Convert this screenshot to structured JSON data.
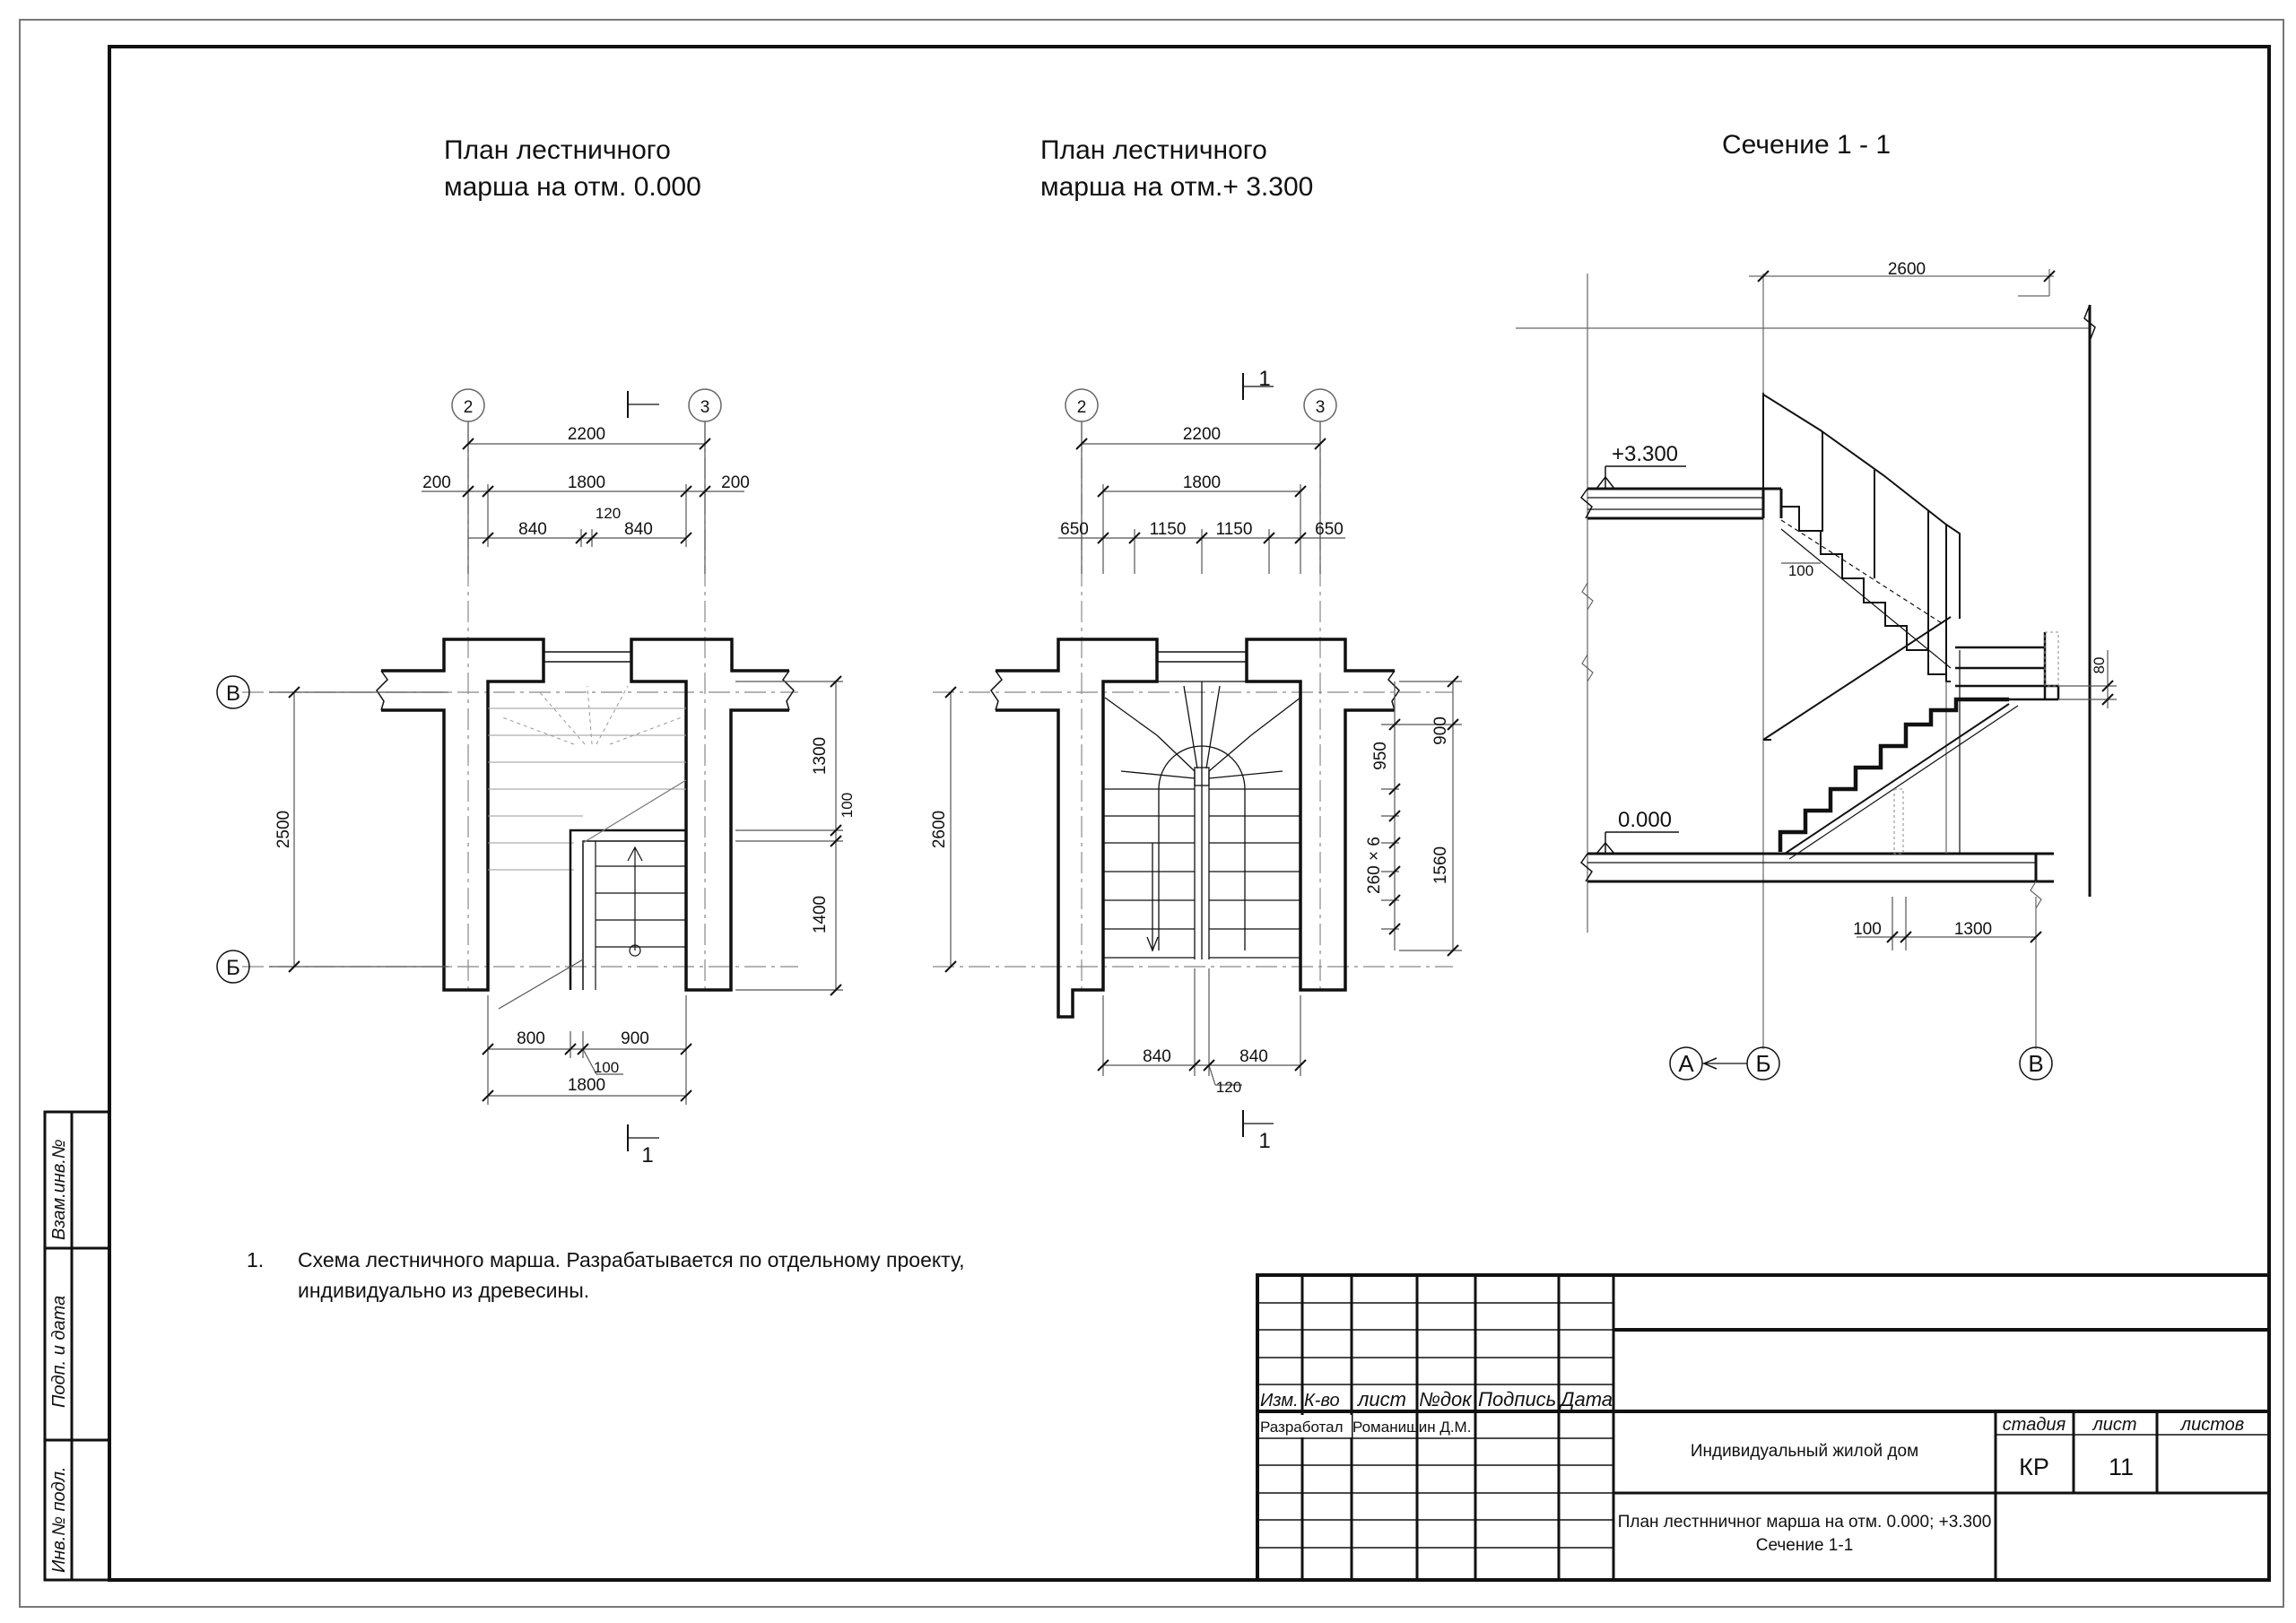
{
  "titles": {
    "plan1_line1": "План лестничного",
    "plan1_line2": "марша на отм. 0.000",
    "plan2_line1": "План лестничного",
    "plan2_line2": "марша на отм.+ 3.300",
    "section": "Сечение 1 - 1"
  },
  "note": {
    "number": "1.",
    "line1": "Схема лестничного марша. Разрабатывается по отдельному проекту,",
    "line2": "индивидуально из древесины."
  },
  "plan1": {
    "axis_left": "2",
    "axis_right": "3",
    "axis_top": "В",
    "axis_bottom": "Б",
    "dim_total": "2200",
    "dim_left_wall": "200",
    "dim_middle": "1800",
    "dim_right_wall": "200",
    "dim_left_half": "840",
    "dim_gap": "120",
    "dim_right_half": "840",
    "dim_vertical": "2500",
    "dim_upper": "1300",
    "dim_slab": "100",
    "dim_lower": "1400",
    "dim_bottom_left": "800",
    "dim_bottom_right": "900",
    "dim_bottom_gap": "100",
    "dim_bottom_total": "1800",
    "section_mark": "1"
  },
  "plan2": {
    "axis_left": "2",
    "axis_right": "3",
    "dim_total": "2200",
    "dim_middle": "1800",
    "dim_left": "650",
    "dim_flight_left": "1150",
    "dim_flight_right": "1150",
    "dim_right": "650",
    "dim_vertical": "2600",
    "dim_r1": "900",
    "dim_r2": "950",
    "dim_r3": "1560",
    "dim_steps": "260 × 6",
    "dim_bottom_left": "840",
    "dim_bottom_right": "840",
    "dim_bottom_gap": "120",
    "section_mark_top": "1",
    "section_mark_bottom": "1"
  },
  "section": {
    "dim_top": "2600",
    "level_upper": "+3.300",
    "level_lower": "0.000",
    "dim_100_a": "100",
    "dim_100_b": "100",
    "dim_1300": "1300",
    "dim_80": "80",
    "axis_a": "А",
    "axis_b": "Б",
    "axis_v": "В"
  },
  "stamp": {
    "hdr_izm": "Изм.",
    "hdr_kvo": "К-во",
    "hdr_list": "лист",
    "hdr_ndok": "№док",
    "hdr_podpis": "Подпись",
    "hdr_data": "Дата",
    "razrabotal": "Разработал",
    "author": "Романишин Д.М.",
    "object": "Индивидуальный  жилой  дом",
    "stage_hdr": "стадия",
    "sheet_hdr": "лист",
    "sheets_hdr": "листов",
    "stage": "КР",
    "sheet_no": "11",
    "sheets_total": "",
    "drawing_title_1": "План лестнничног марша на отм. 0.000; +3.300",
    "drawing_title_2": "Сечение 1-1"
  },
  "side": {
    "vzam": "Взам.инв.№",
    "podp": "Подп. и дата",
    "inv": "Инв.№ подл."
  }
}
